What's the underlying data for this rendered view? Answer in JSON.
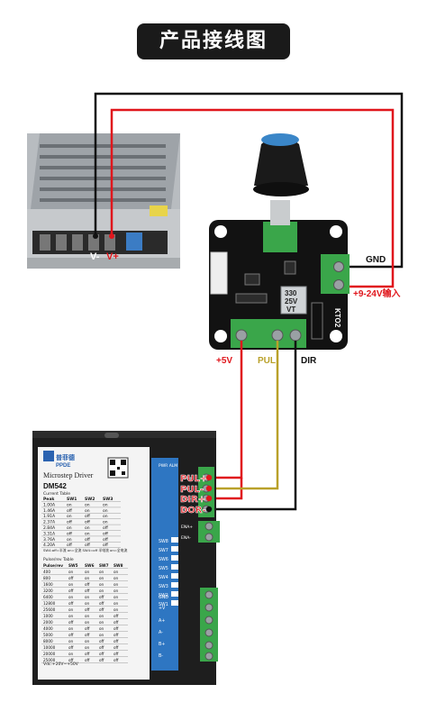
{
  "title": "产品接线图",
  "psu": {
    "v_minus": "V-",
    "v_plus": "V+"
  },
  "module": {
    "gnd_label": "GND",
    "input_label": "+9-24V输入",
    "cap_text": [
      "330",
      "25V",
      "VT"
    ],
    "kto2": "KTO2",
    "plus5v": "+5V",
    "pul": "PUL",
    "dir": "DIR"
  },
  "driver": {
    "brand": "普菲德",
    "brand_en": "PPDE",
    "product": "Microstep Driver",
    "model": "DM542",
    "current_table_title": "Current Table",
    "current_headers": [
      "Peak",
      "SW1",
      "SW2",
      "SW3"
    ],
    "current_rows": [
      [
        "1.00A",
        "on",
        "on",
        "on"
      ],
      [
        "1.46A",
        "off",
        "on",
        "on"
      ],
      [
        "1.91A",
        "on",
        "off",
        "on"
      ],
      [
        "2.37A",
        "off",
        "off",
        "on"
      ],
      [
        "2.84A",
        "on",
        "on",
        "off"
      ],
      [
        "3.31A",
        "off",
        "on",
        "off"
      ],
      [
        "3.76A",
        "on",
        "off",
        "off"
      ],
      [
        "4.20A",
        "off",
        "off",
        "off"
      ]
    ],
    "sw4_note": "SW4:off=半流 on=全流 SW4=off 半电流 on=全电流",
    "pulse_table_title": "Pulse/rev Table",
    "pulse_headers": [
      "Pulse/rev",
      "SW5",
      "SW6",
      "SW7",
      "SW8"
    ],
    "pulse_rows": [
      [
        "400",
        "on",
        "on",
        "on",
        "on"
      ],
      [
        "800",
        "off",
        "on",
        "on",
        "on"
      ],
      [
        "1600",
        "on",
        "off",
        "on",
        "on"
      ],
      [
        "3200",
        "off",
        "off",
        "on",
        "on"
      ],
      [
        "6400",
        "on",
        "on",
        "off",
        "on"
      ],
      [
        "12800",
        "off",
        "on",
        "off",
        "on"
      ],
      [
        "25600",
        "on",
        "off",
        "off",
        "on"
      ],
      [
        "1000",
        "on",
        "on",
        "on",
        "off"
      ],
      [
        "2000",
        "off",
        "on",
        "on",
        "off"
      ],
      [
        "4000",
        "on",
        "off",
        "on",
        "off"
      ],
      [
        "5000",
        "off",
        "off",
        "on",
        "off"
      ],
      [
        "8000",
        "on",
        "on",
        "off",
        "off"
      ],
      [
        "10000",
        "off",
        "on",
        "off",
        "off"
      ],
      [
        "20000",
        "on",
        "off",
        "off",
        "off"
      ],
      [
        "25000",
        "off",
        "off",
        "off",
        "off"
      ]
    ],
    "vdc": "Vdc:+20V~+50V",
    "pwr_alm": "PWR ALM",
    "signal_terms": [
      "PUL+",
      "PUL-",
      "DIR+",
      "DIR-",
      "ENA+",
      "ENA-"
    ],
    "switches": [
      "SW8",
      "SW7",
      "SW6",
      "SW5",
      "SW4",
      "SW3",
      "SW2",
      "SW1"
    ],
    "power_terms": [
      "GND",
      "+V"
    ],
    "motor_terms": [
      "A+",
      "A-",
      "B+",
      "B-"
    ],
    "red_labels": [
      "PUL+",
      "PUL-",
      "DIR+",
      "DOR-"
    ]
  },
  "colors": {
    "red_wire": "#e0161c",
    "black_wire": "#111111",
    "yellow_wire": "#b9a12a",
    "green_term": "#3aa64a"
  }
}
